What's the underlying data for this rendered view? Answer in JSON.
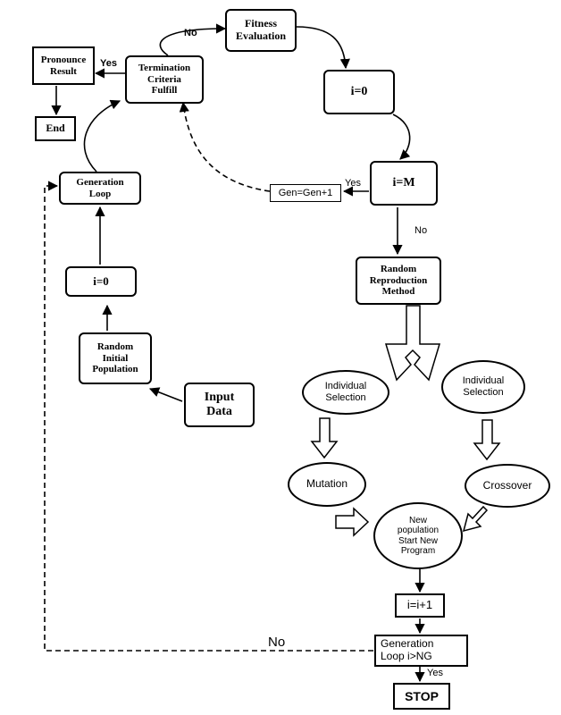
{
  "nodes": {
    "fitness": "Fitness\nEvaluation",
    "termination": "Termination\nCriteria\nFulfill",
    "pronounce": "Pronounce\nResult",
    "end": "End",
    "i0_top": "i=0",
    "iM": "i=M",
    "gen_inc": "Gen=Gen+1",
    "gen_loop_left": "Generation\nLoop",
    "i0_left": "i=0",
    "random_init": "Random\nInitial\nPopulation",
    "input_data": "Input\nData",
    "random_repro": "Random\nReproduction\nMethod",
    "ind_sel_left": "Individual\nSelection",
    "ind_sel_right": "Individual\nSelection",
    "mutation": "Mutation",
    "crossover": "Crossover",
    "new_pop": "New\npopulation\nStart New\nProgram",
    "i_inc": "i=i+1",
    "gen_loop_bottom": "Generation\nLoop      i>NG",
    "stop": "STOP"
  },
  "labels": {
    "no_top": "No",
    "yes_pronounce": "Yes",
    "yes_gen": "Yes",
    "no_iM": "No",
    "no_bottom": "No",
    "yes_stop": "Yes"
  }
}
